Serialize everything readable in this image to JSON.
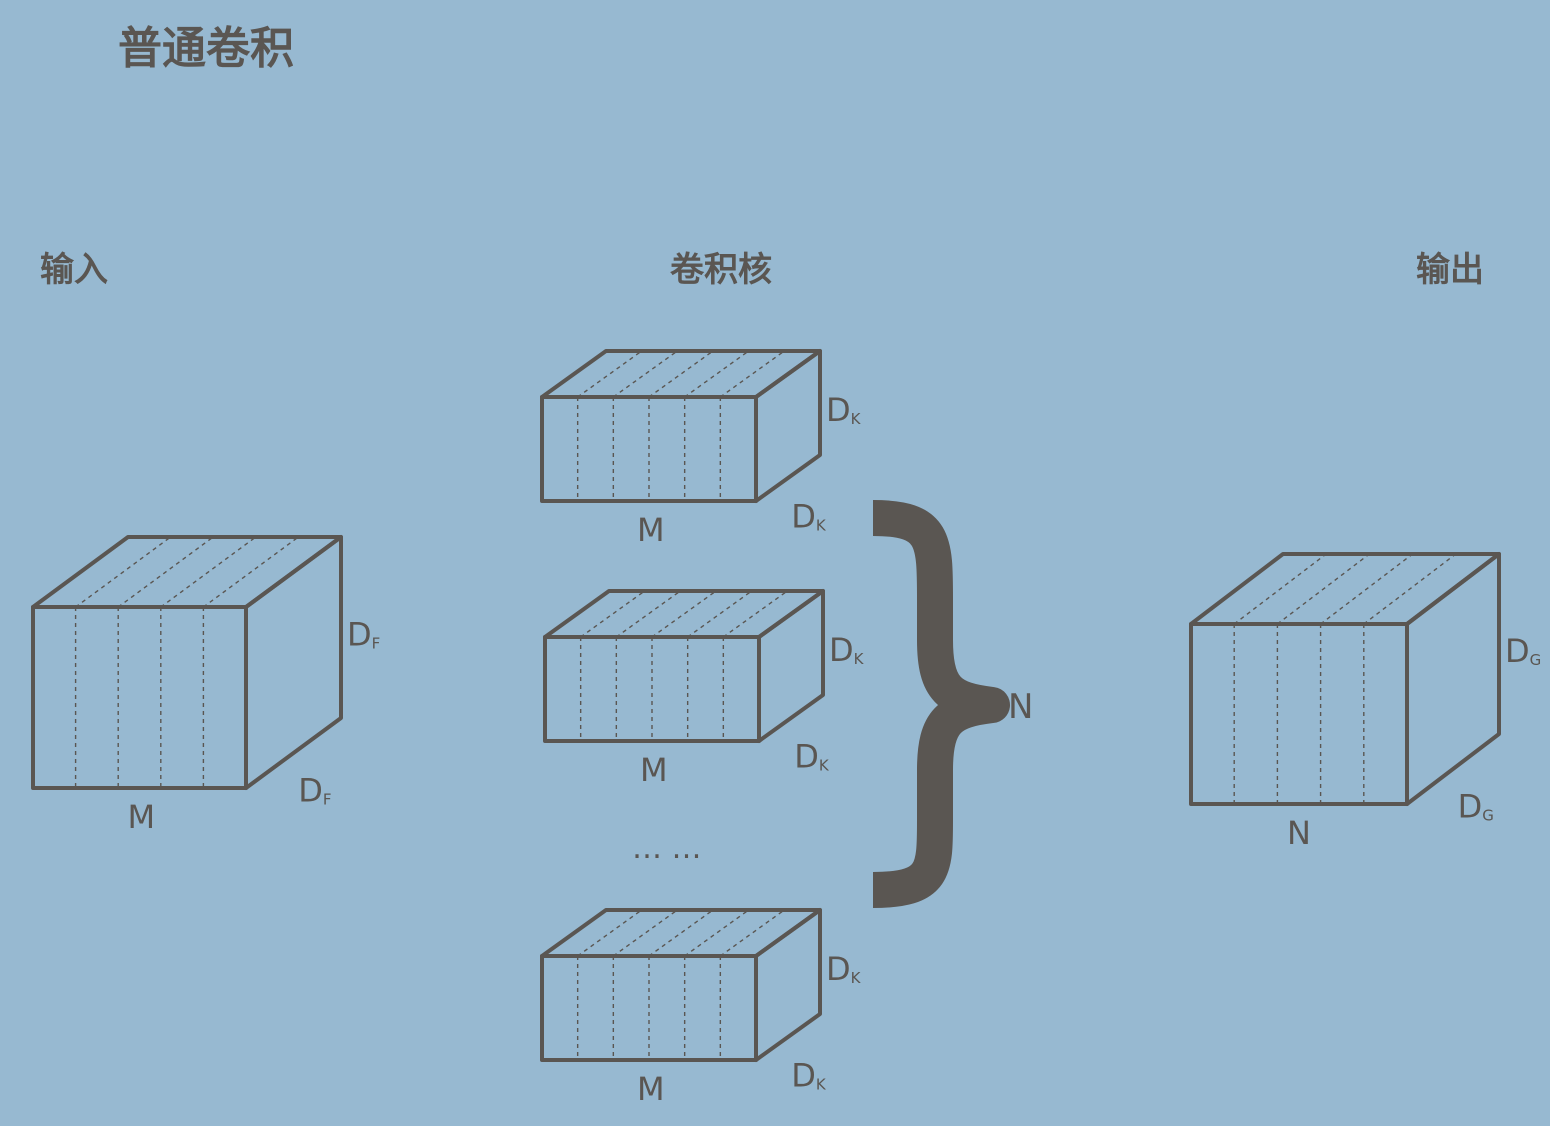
{
  "title": "普通卷积",
  "sections": {
    "input": "输入",
    "kernel": "卷积核",
    "output": "输出"
  },
  "input_cube": {
    "width_label": "M",
    "height_label": {
      "base": "D",
      "sub": "F"
    },
    "depth_label": {
      "base": "D",
      "sub": "F"
    }
  },
  "kernels": [
    {
      "width_label": "M",
      "height_label": {
        "base": "D",
        "sub": "K"
      },
      "depth_label": {
        "base": "D",
        "sub": "K"
      }
    },
    {
      "width_label": "M",
      "height_label": {
        "base": "D",
        "sub": "K"
      },
      "depth_label": {
        "base": "D",
        "sub": "K"
      }
    },
    {
      "width_label": "M",
      "height_label": {
        "base": "D",
        "sub": "K"
      },
      "depth_label": {
        "base": "D",
        "sub": "K"
      }
    }
  ],
  "ellipsis": "… …",
  "brace_label": "N",
  "output_cube": {
    "width_label": "N",
    "height_label": {
      "base": "D",
      "sub": "G"
    },
    "depth_label": {
      "base": "D",
      "sub": "G"
    }
  },
  "colors": {
    "background": "#97b9d1",
    "stroke": "#5a5652"
  }
}
